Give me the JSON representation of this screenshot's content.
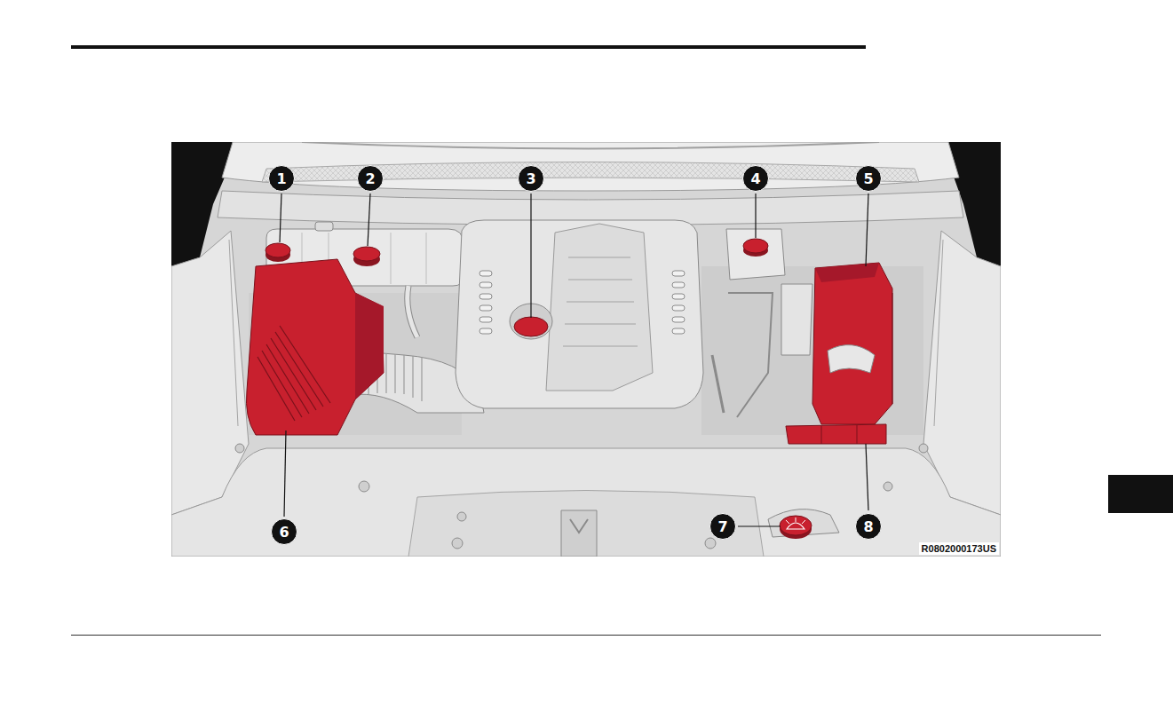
{
  "diagram": {
    "labels": [
      "1",
      "2",
      "3",
      "4",
      "5",
      "6",
      "7",
      "8",
      "R0802000173US"
    ]
  }
}
